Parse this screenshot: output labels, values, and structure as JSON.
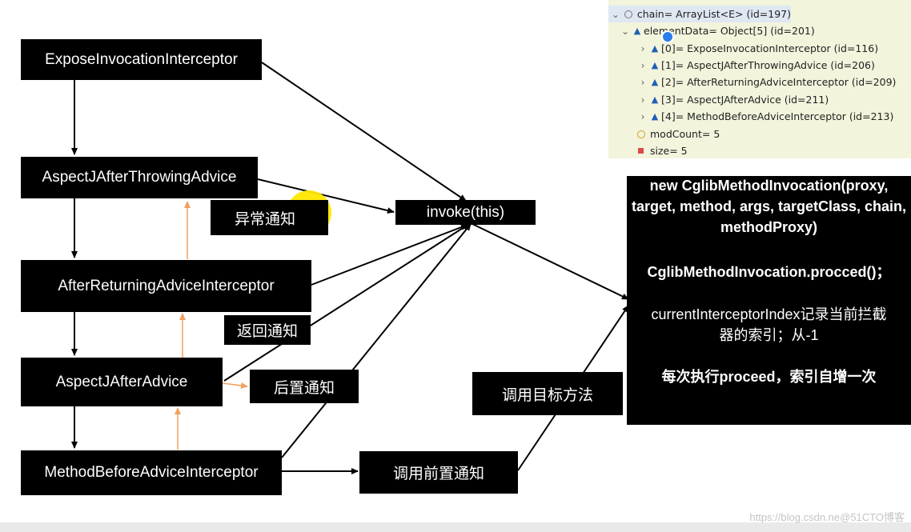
{
  "nodes": {
    "expose": "ExposeInvocationInterceptor",
    "afterThrowing": "AspectJAfterThrowingAdvice",
    "afterReturning": "AfterReturningAdviceInterceptor",
    "after": "AspectJAfterAdvice",
    "methodBefore": "MethodBeforeAdviceInterceptor",
    "invoke": "invoke(this)"
  },
  "labels": {
    "exception_notify": "异常通知",
    "return_notify": "返回通知",
    "after_notify": "后置通知",
    "call_before_notify": "调用前置通知",
    "call_target": "调用目标方法"
  },
  "debugger": {
    "chain": "chain= ArrayList<E>  (id=197)",
    "elementData": "elementData= Object[5]  (id=201)",
    "items": [
      "[0]= ExposeInvocationInterceptor  (id=116)",
      "[1]= AspectJAfterThrowingAdvice  (id=206)",
      "[2]= AfterReturningAdviceInterceptor  (id=209)",
      "[3]= AspectJAfterAdvice  (id=211)",
      "[4]= MethodBeforeAdviceInterceptor  (id=213)"
    ],
    "modCount": "modCount= 5",
    "size": "size= 5"
  },
  "panel": {
    "line1": "new CglibMethodInvocation(proxy,",
    "line2": "target, method, args, targetClass, chain,",
    "line3": "methodProxy)",
    "line4": "CglibMethodInvocation.procced()；",
    "line5": "currentInterceptorIndex记录当前拦截",
    "line6": "器的索引；从-1",
    "line7": "每次执行proceed，索引自增一次"
  },
  "watermark": "https://blog.csdn.ne@51CTO博客",
  "colors": {
    "box": "#000000",
    "box_text": "#ffffff",
    "edge": "#000000",
    "return_edge": "#f0a060",
    "debug_bg": "#f2f4dc",
    "highlight": "#ffe800"
  }
}
